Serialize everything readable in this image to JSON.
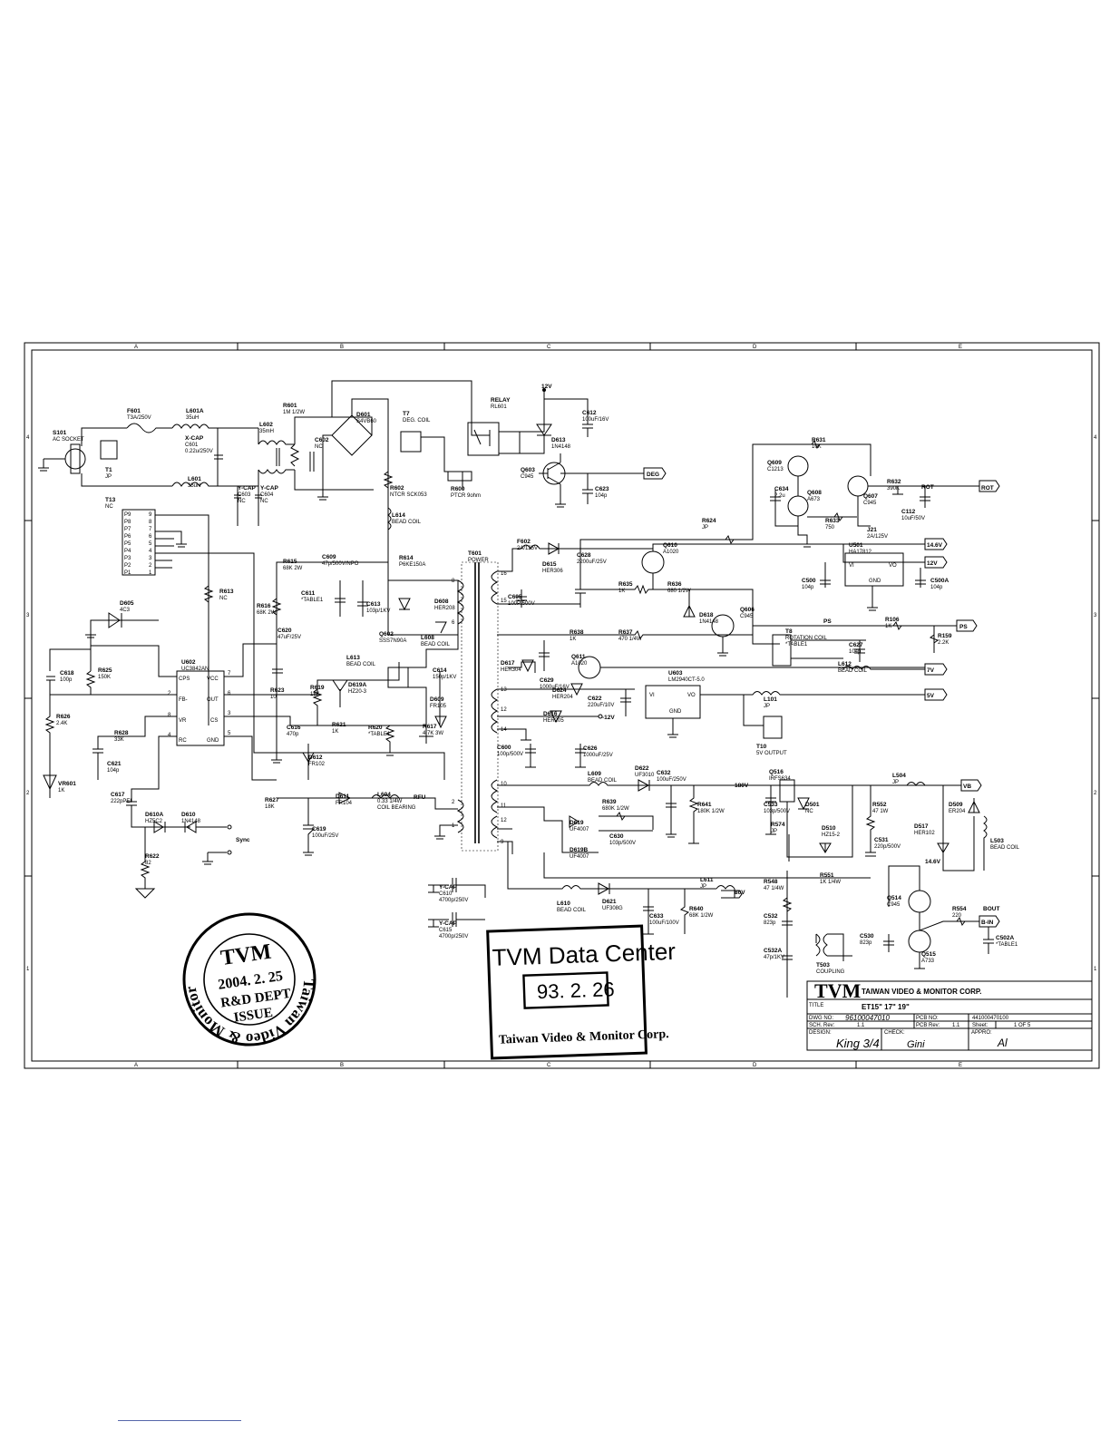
{
  "grid": {
    "columns": [
      "A",
      "B",
      "C",
      "D",
      "E"
    ],
    "rows": [
      "4",
      "3",
      "2",
      "1"
    ]
  },
  "components": [
    {
      "id": "s101",
      "lines": [
        "S101",
        "AC SOCKET"
      ]
    },
    {
      "id": "t1",
      "lines": [
        "T1",
        "JP"
      ]
    },
    {
      "id": "f601",
      "lines": [
        "F601",
        "T3A/250V"
      ]
    },
    {
      "id": "l601a",
      "lines": [
        "L601A",
        "35uH"
      ]
    },
    {
      "id": "l601",
      "lines": [
        "L601",
        "35uH"
      ]
    },
    {
      "id": "c601",
      "lines": [
        "X-CAP",
        "C601",
        "0.22u/250V"
      ]
    },
    {
      "id": "l602",
      "lines": [
        "L602",
        "35mH"
      ]
    },
    {
      "id": "c603",
      "lines": [
        "Y-CAP",
        "C603",
        "NC"
      ]
    },
    {
      "id": "c604",
      "lines": [
        "Y-CAP",
        "C604",
        "NC"
      ]
    },
    {
      "id": "r601",
      "lines": [
        "R601",
        "1M 1/2W"
      ]
    },
    {
      "id": "c602",
      "lines": [
        "C602",
        "NC"
      ]
    },
    {
      "id": "d601",
      "lines": [
        "D601",
        "S4VB60"
      ]
    },
    {
      "id": "r602",
      "lines": [
        "R602",
        "NTCR SCK053"
      ]
    },
    {
      "id": "l614",
      "lines": [
        "L614",
        "BEAD COIL"
      ]
    },
    {
      "id": "t7",
      "lines": [
        "T7",
        "DEG. COIL"
      ]
    },
    {
      "id": "rl601",
      "lines": [
        "RELAY",
        "RL601"
      ]
    },
    {
      "id": "r600",
      "lines": [
        "R600",
        "PTCR 9ohm"
      ]
    },
    {
      "id": "c612",
      "lines": [
        "C612",
        "100uF/16V"
      ]
    },
    {
      "id": "d613",
      "lines": [
        "D613",
        "1N4148"
      ]
    },
    {
      "id": "q603",
      "lines": [
        "Q603",
        "C945"
      ]
    },
    {
      "id": "c623",
      "lines": [
        "C623",
        "104p"
      ]
    },
    {
      "id": "t13",
      "lines": [
        "T13",
        "NC"
      ]
    },
    {
      "id": "r613",
      "lines": [
        "R613",
        "NC"
      ]
    },
    {
      "id": "r615",
      "lines": [
        "R615",
        "68K 2W"
      ]
    },
    {
      "id": "c609",
      "lines": [
        "C609",
        "47p/500V/NPO"
      ]
    },
    {
      "id": "c611",
      "lines": [
        "C611",
        "*TABLE1"
      ]
    },
    {
      "id": "c613",
      "lines": [
        "C613",
        "103p/1KV"
      ]
    },
    {
      "id": "r614",
      "lines": [
        "R614",
        "P6KE150A"
      ]
    },
    {
      "id": "d608",
      "lines": [
        "D608",
        "HER208"
      ]
    },
    {
      "id": "r616",
      "lines": [
        "R616",
        "68K 2W"
      ]
    },
    {
      "id": "c620",
      "lines": [
        "C620",
        "47uF/25V"
      ]
    },
    {
      "id": "q602",
      "lines": [
        "Q602",
        "SSS7N90A"
      ]
    },
    {
      "id": "l608",
      "lines": [
        "L608",
        "BEAD COIL"
      ]
    },
    {
      "id": "l613",
      "lines": [
        "L613",
        "BEAD COIL"
      ]
    },
    {
      "id": "c614",
      "lines": [
        "C614",
        "150p/1KV"
      ]
    },
    {
      "id": "d605",
      "lines": [
        "D605",
        "4C3"
      ]
    },
    {
      "id": "u602",
      "lines": [
        "U602",
        "UC3842AN"
      ]
    },
    {
      "id": "c618",
      "lines": [
        "C618",
        "100p"
      ]
    },
    {
      "id": "r625",
      "lines": [
        "R625",
        "150K"
      ]
    },
    {
      "id": "r626",
      "lines": [
        "R626",
        "2.4K"
      ]
    },
    {
      "id": "r628",
      "lines": [
        "R628",
        "33K"
      ]
    },
    {
      "id": "c621",
      "lines": [
        "C621",
        "104p"
      ]
    },
    {
      "id": "vr601",
      "lines": [
        "VR601",
        "1K"
      ]
    },
    {
      "id": "c617",
      "lines": [
        "C617",
        "222pPEI"
      ]
    },
    {
      "id": "r623",
      "lines": [
        "R623",
        "10"
      ]
    },
    {
      "id": "r619",
      "lines": [
        "R619",
        "18K"
      ]
    },
    {
      "id": "d619a",
      "lines": [
        "D619A",
        "HZ20-3"
      ]
    },
    {
      "id": "r621",
      "lines": [
        "R621",
        "1K"
      ]
    },
    {
      "id": "r620",
      "lines": [
        "R620",
        "*TABLE1"
      ]
    },
    {
      "id": "d609",
      "lines": [
        "D609",
        "FR105"
      ]
    },
    {
      "id": "r617",
      "lines": [
        "R617",
        "4.7K 3W"
      ]
    },
    {
      "id": "c616",
      "lines": [
        "C616",
        "470p"
      ]
    },
    {
      "id": "d612",
      "lines": [
        "D612",
        "FR102"
      ]
    },
    {
      "id": "r627",
      "lines": [
        "R627",
        "18K"
      ]
    },
    {
      "id": "d611",
      "lines": [
        "D611",
        "FR104"
      ]
    },
    {
      "id": "l604",
      "lines": [
        "L604",
        "0.33 1/4W",
        "COIL BEARING"
      ]
    },
    {
      "id": "rfu",
      "lines": [
        "RFU"
      ]
    },
    {
      "id": "c619",
      "lines": [
        "C619",
        "100uF/25V"
      ]
    },
    {
      "id": "d610a",
      "lines": [
        "D610A",
        "HZ5C2"
      ]
    },
    {
      "id": "d610",
      "lines": [
        "D610",
        "1N4148"
      ]
    },
    {
      "id": "sync",
      "lines": [
        "Sync"
      ]
    },
    {
      "id": "r622",
      "lines": [
        "R622",
        "82"
      ]
    },
    {
      "id": "c610",
      "lines": [
        "Y-CAP",
        "C610",
        "4700p/250V"
      ]
    },
    {
      "id": "c615",
      "lines": [
        "Y-CAP",
        "C615",
        "4700p/250V"
      ]
    },
    {
      "id": "t601",
      "lines": [
        "T601",
        "POWER"
      ]
    },
    {
      "id": "f602",
      "lines": [
        "F602",
        "2A/125V"
      ]
    },
    {
      "id": "d615",
      "lines": [
        "D615",
        "HER306"
      ]
    },
    {
      "id": "c628",
      "lines": [
        "C628",
        "2200uF/25V"
      ]
    },
    {
      "id": "c605",
      "lines": [
        "C605",
        "100P/500V"
      ]
    },
    {
      "id": "q610",
      "lines": [
        "Q610",
        "A1020"
      ]
    },
    {
      "id": "r635",
      "lines": [
        "R635",
        "1K"
      ]
    },
    {
      "id": "r636",
      "lines": [
        "R636",
        "680 1/2W"
      ]
    },
    {
      "id": "d618",
      "lines": [
        "D618",
        "1N4148"
      ]
    },
    {
      "id": "q606",
      "lines": [
        "Q606",
        "C945"
      ]
    },
    {
      "id": "r638",
      "lines": [
        "R638",
        "1K"
      ]
    },
    {
      "id": "r637",
      "lines": [
        "R637",
        "470 1/4W"
      ]
    },
    {
      "id": "d617",
      "lines": [
        "D617",
        "HER304"
      ]
    },
    {
      "id": "c629",
      "lines": [
        "C629",
        "1000uF/16V"
      ]
    },
    {
      "id": "q611",
      "lines": [
        "Q611",
        "A1020"
      ]
    },
    {
      "id": "d624",
      "lines": [
        "D624",
        "HER204"
      ]
    },
    {
      "id": "c622",
      "lines": [
        "C622",
        "220uF/10V"
      ]
    },
    {
      "id": "u603",
      "lines": [
        "U603",
        "LM2940CT-5.0"
      ]
    },
    {
      "id": "d616",
      "lines": [
        "D616",
        "HER205"
      ]
    },
    {
      "id": "c600",
      "lines": [
        "C600",
        "100p/500V"
      ]
    },
    {
      "id": "c626",
      "lines": [
        "C626",
        "1000uF/25V"
      ]
    },
    {
      "id": "l101",
      "lines": [
        "L101",
        "JP"
      ]
    },
    {
      "id": "t10",
      "lines": [
        "T10",
        "5V OUTPUT"
      ]
    },
    {
      "id": "q609",
      "lines": [
        "Q609",
        "C1213"
      ]
    },
    {
      "id": "r631",
      "lines": [
        "R631",
        "10K"
      ]
    },
    {
      "id": "c634",
      "lines": [
        "C634",
        "2.2u"
      ]
    },
    {
      "id": "q608",
      "lines": [
        "Q608",
        "A673"
      ]
    },
    {
      "id": "q607",
      "lines": [
        "Q607",
        "C945"
      ]
    },
    {
      "id": "r632",
      "lines": [
        "R632",
        "390K"
      ]
    },
    {
      "id": "c112",
      "lines": [
        "C112",
        "10uF/50V"
      ]
    },
    {
      "id": "r633",
      "lines": [
        "R633",
        "750"
      ]
    },
    {
      "id": "r624",
      "lines": [
        "R624",
        "JP"
      ]
    },
    {
      "id": "j21",
      "lines": [
        "J21",
        "2A/125V"
      ]
    },
    {
      "id": "u501",
      "lines": [
        "U501",
        "HA17812"
      ]
    },
    {
      "id": "c500",
      "lines": [
        "C500",
        "104p"
      ]
    },
    {
      "id": "c500a",
      "lines": [
        "C500A",
        "104p"
      ]
    },
    {
      "id": "r106",
      "lines": [
        "R106",
        "1K"
      ]
    },
    {
      "id": "r159",
      "lines": [
        "R159",
        "2.2K"
      ]
    },
    {
      "id": "t8",
      "lines": [
        "T8",
        "ROTATION COIL",
        "*TABLE1"
      ]
    },
    {
      "id": "c627",
      "lines": [
        "C627",
        "104p"
      ]
    },
    {
      "id": "l612",
      "lines": [
        "L612",
        "BEAD COIL"
      ]
    },
    {
      "id": "l609",
      "lines": [
        "L609",
        "BEAD COIL"
      ]
    },
    {
      "id": "d622",
      "lines": [
        "D622",
        "UF3010"
      ]
    },
    {
      "id": "c632",
      "lines": [
        "C632",
        "100uF/250V"
      ]
    },
    {
      "id": "r639",
      "lines": [
        "R639",
        "680K 1/2W"
      ]
    },
    {
      "id": "d619",
      "lines": [
        "D619",
        "UF4007"
      ]
    },
    {
      "id": "c630",
      "lines": [
        "C630",
        "103p/500V"
      ]
    },
    {
      "id": "d619b",
      "lines": [
        "D619B",
        "UF4007"
      ]
    },
    {
      "id": "r641",
      "lines": [
        "R641",
        "180K 1/2W"
      ]
    },
    {
      "id": "q516",
      "lines": [
        "Q516",
        "IRFS634"
      ]
    },
    {
      "id": "c533",
      "lines": [
        "C533",
        "103p/500V"
      ]
    },
    {
      "id": "d501",
      "lines": [
        "D501",
        "NC"
      ]
    },
    {
      "id": "r574",
      "lines": [
        "R574",
        "JP"
      ]
    },
    {
      "id": "d510",
      "lines": [
        "D510",
        "HZ15-2"
      ]
    },
    {
      "id": "r551",
      "lines": [
        "R551",
        "1K 1/4W"
      ]
    },
    {
      "id": "l504",
      "lines": [
        "L504",
        "JP"
      ]
    },
    {
      "id": "r552",
      "lines": [
        "R552",
        "47 1W"
      ]
    },
    {
      "id": "c531",
      "lines": [
        "C531",
        "220p/500V"
      ]
    },
    {
      "id": "d509",
      "lines": [
        "D509",
        "ER204"
      ]
    },
    {
      "id": "d517",
      "lines": [
        "D517",
        "HER102"
      ]
    },
    {
      "id": "l503",
      "lines": [
        "L503",
        "BEAD COIL"
      ]
    },
    {
      "id": "r548",
      "lines": [
        "R548",
        "47 1/4W"
      ]
    },
    {
      "id": "c532",
      "lines": [
        "C532",
        "823p"
      ]
    },
    {
      "id": "c532a",
      "lines": [
        "C532A",
        "47p/1KV"
      ]
    },
    {
      "id": "t503",
      "lines": [
        "T503",
        "COUPLING"
      ]
    },
    {
      "id": "c530",
      "lines": [
        "C530",
        "823p"
      ]
    },
    {
      "id": "q514",
      "lines": [
        "Q514",
        "C945"
      ]
    },
    {
      "id": "q515",
      "lines": [
        "Q515",
        "A733"
      ]
    },
    {
      "id": "r554",
      "lines": [
        "R554",
        "220"
      ]
    },
    {
      "id": "c502a",
      "lines": [
        "C502A",
        "*TABLE1"
      ]
    },
    {
      "id": "l610",
      "lines": [
        "L610",
        "BEAD COIL"
      ]
    },
    {
      "id": "d621",
      "lines": [
        "D621",
        "UF308G"
      ]
    },
    {
      "id": "c633",
      "lines": [
        "C633",
        "100uF/100V"
      ]
    },
    {
      "id": "l611",
      "lines": [
        "L611",
        "JP"
      ]
    },
    {
      "id": "r640",
      "lines": [
        "R640",
        "68K 1/2W"
      ]
    }
  ],
  "t13_pins": [
    "P9",
    "P8",
    "P7",
    "P6",
    "P5",
    "P4",
    "P3",
    "P2",
    "P1"
  ],
  "t13_pin_numbers": [
    "9",
    "8",
    "7",
    "6",
    "5",
    "4",
    "3",
    "2",
    "1"
  ],
  "u602_pins": {
    "cps": "CPS",
    "vcc": "VCC",
    "fb": "FB-",
    "out": "OUT",
    "vr": "VR",
    "cs": "CS",
    "rc": "RC",
    "gnd": "GND",
    "p7": "7",
    "p2": "2",
    "p6": "6",
    "p8": "8",
    "p3": "3",
    "p4": "4",
    "p5": "5"
  },
  "regulator_pins": {
    "vi": "VI",
    "vo": "VO",
    "gnd": "GND"
  },
  "transformer_pins": [
    "8",
    "6",
    "2",
    "1",
    "16",
    "15",
    "13",
    "12",
    "14",
    "10",
    "11",
    "12",
    "9"
  ],
  "nets": {
    "v12_top": "12V",
    "deg": "DEG",
    "rot": "ROT",
    "v14_6": "14.6V",
    "v12": "12V",
    "ps": "PS",
    "v7": "7V",
    "v5": "5V",
    "m12": "-12V",
    "v180": "180V",
    "vb": "VB",
    "v80": "80V",
    "bin": "B-IN",
    "bout": "BOUT",
    "v14_6b": "14.6V"
  },
  "title_block": {
    "company": "TAIWAN VIDEO & MONITOR CORP.",
    "logo": "TVM",
    "title_label": "TITLE",
    "title": "ET15\" 17\" 19\"",
    "dwg_no_label": "DWG NO:",
    "dwg_no": "96100047010",
    "pcb_no_label": "PCB NO:",
    "pcb_no": "441000470100",
    "sch_rev_label": "SCH. Rev:",
    "sch_rev": "1.1",
    "pcb_rev_label": "PCB Rev:",
    "pcb_rev": "1.1",
    "sheet_label": "Sheet:",
    "sheet": "1 OF 5",
    "design_label": "DESIGN:",
    "check_label": "CHECK:",
    "appro_label": "APPRO:"
  },
  "stamp_round": {
    "ring_text": "Taiwan Video & Monitor Corp",
    "logo": "TVM",
    "date": "2004. 2. 25",
    "dept": "R&D DEPT",
    "issue": "ISSUE"
  },
  "stamp_box": {
    "title": "TVM Data Center",
    "date": "93. 2. 26",
    "company": "Taiwan Video & Monitor Corp."
  },
  "signatures": {
    "design": "King 3/4",
    "check": "Gini",
    "appro": "Al"
  }
}
